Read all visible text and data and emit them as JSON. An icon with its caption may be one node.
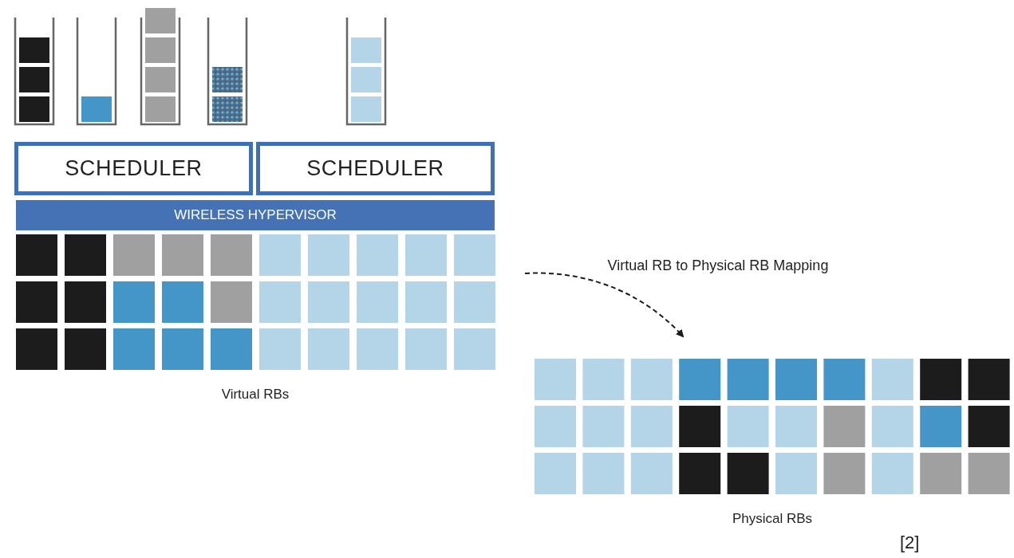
{
  "diagram": {
    "nodes": [
      {
        "text": [
          "SCHEDULER"
        ]
      },
      {
        "text": [
          "SCHEDULER"
        ]
      },
      {
        "text": [
          "WIRELESS HYPERVISOR"
        ]
      },
      {
        "text": [
          "Virtual RBs"
        ]
      },
      {
        "text": [
          "Physical RBs"
        ]
      }
    ],
    "edges": [
      {
        "from": 3,
        "to": 4,
        "arrow": "to",
        "style": "dashed",
        "label": "Virtual RB to Physical RB Mapping"
      }
    ],
    "labels": [
      "[2]"
    ]
  }
}
